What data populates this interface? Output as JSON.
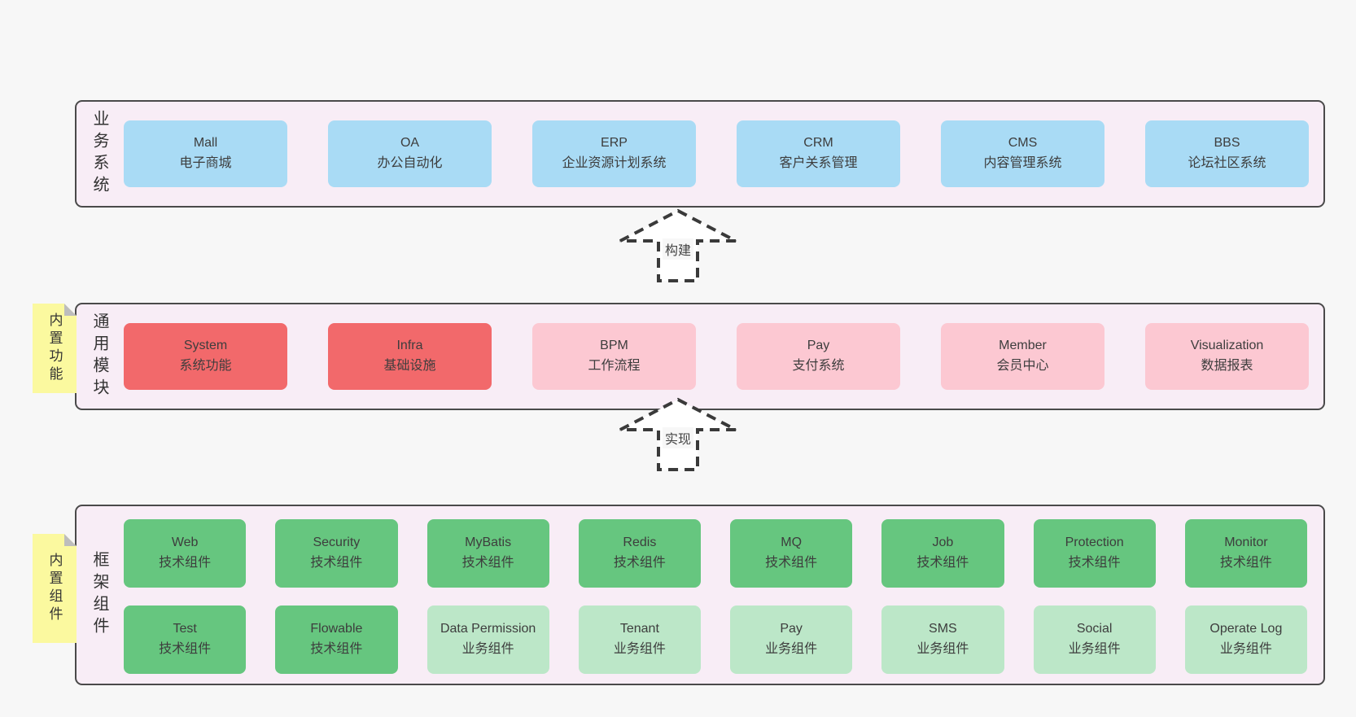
{
  "palette": {
    "page-bg": "#f7f7f7",
    "panel-bg": "#f8edf6",
    "panel-border": "#4a4a4a",
    "box-blue": "#a9dbf5",
    "box-red": "#f2696b",
    "box-pink": "#fcc8d2",
    "box-green": "#66c67f",
    "box-green-light": "#bce7c8",
    "tab-yellow": "#fbf99f",
    "tab-fold": "#bdbdbd",
    "text": "#3b3b3b",
    "arrow": "#3a3a3a"
  },
  "sections": {
    "business": {
      "label": "业务系统",
      "boxes": [
        {
          "name": "Mall",
          "desc": "电子商城"
        },
        {
          "name": "OA",
          "desc": "办公自动化"
        },
        {
          "name": "ERP",
          "desc": "企业资源计划系统"
        },
        {
          "name": "CRM",
          "desc": "客户关系管理"
        },
        {
          "name": "CMS",
          "desc": "内容管理系统"
        },
        {
          "name": "BBS",
          "desc": "论坛社区系统"
        }
      ]
    },
    "modules": {
      "label": "通用模块",
      "tag": "内置功能",
      "boxes": [
        {
          "name": "System",
          "desc": "系统功能"
        },
        {
          "name": "Infra",
          "desc": "基础设施"
        },
        {
          "name": "BPM",
          "desc": "工作流程"
        },
        {
          "name": "Pay",
          "desc": "支付系统"
        },
        {
          "name": "Member",
          "desc": "会员中心"
        },
        {
          "name": "Visualization",
          "desc": "数据报表"
        }
      ]
    },
    "components": {
      "label": "框架组件",
      "tag": "内置组件",
      "rows": [
        [
          {
            "name": "Web",
            "desc": "技术组件"
          },
          {
            "name": "Security",
            "desc": "技术组件"
          },
          {
            "name": "MyBatis",
            "desc": "技术组件"
          },
          {
            "name": "Redis",
            "desc": "技术组件"
          },
          {
            "name": "MQ",
            "desc": "技术组件"
          },
          {
            "name": "Job",
            "desc": "技术组件"
          },
          {
            "name": "Protection",
            "desc": "技术组件"
          },
          {
            "name": "Monitor",
            "desc": "技术组件"
          }
        ],
        [
          {
            "name": "Test",
            "desc": "技术组件"
          },
          {
            "name": "Flowable",
            "desc": "技术组件"
          },
          {
            "name": "Data Permission",
            "desc": "业务组件"
          },
          {
            "name": "Tenant",
            "desc": "业务组件"
          },
          {
            "name": "Pay",
            "desc": "业务组件"
          },
          {
            "name": "SMS",
            "desc": "业务组件"
          },
          {
            "name": "Social",
            "desc": "业务组件"
          },
          {
            "name": "Operate Log",
            "desc": "业务组件"
          }
        ]
      ]
    }
  },
  "arrows": {
    "build": "构建",
    "implement": "实现"
  }
}
